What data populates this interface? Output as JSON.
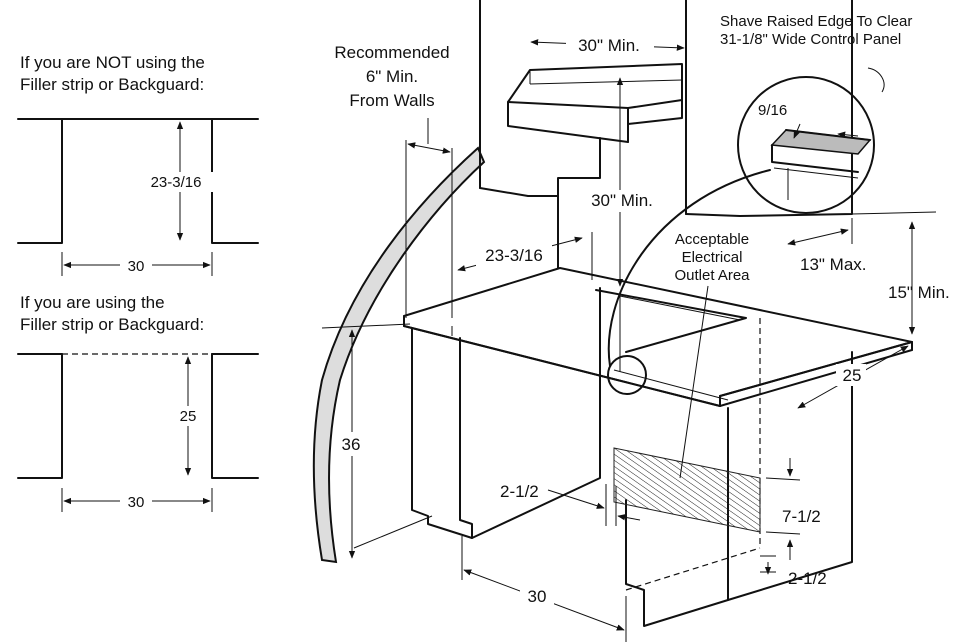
{
  "left_top": {
    "caption_line1": "If you are NOT using the",
    "caption_line2": "Filler strip or Backguard:",
    "height_dim": "23-3/16",
    "width_dim": "30"
  },
  "left_bottom": {
    "caption_line1": "If you are using the",
    "caption_line2": "Filler strip or Backguard:",
    "height_dim": "25",
    "width_dim": "30"
  },
  "main": {
    "recommended_line1": "Recommended",
    "recommended_line2": "6\" Min.",
    "recommended_line3": "From Walls",
    "hood_width": "30\" Min.",
    "hood_clearance": "30\" Min.",
    "counter_depth": "23-3/16",
    "cabinet_height": "36",
    "opening_width": "30",
    "side_gap": "2-1/2",
    "outlet_height": "7-1/2",
    "outlet_floor": "2-1/2",
    "counter_right_depth": "25",
    "upper_cabinet_min": "15\" Min.",
    "upper_cabinet_depth": "13\" Max.",
    "outlet_label_line1": "Acceptable",
    "outlet_label_line2": "Electrical",
    "outlet_label_line3": "Outlet Area",
    "shave_line1": "Shave Raised Edge To Clear",
    "shave_line2": "31-1/8\" Wide Control Panel",
    "detail_dim": "9/16"
  }
}
